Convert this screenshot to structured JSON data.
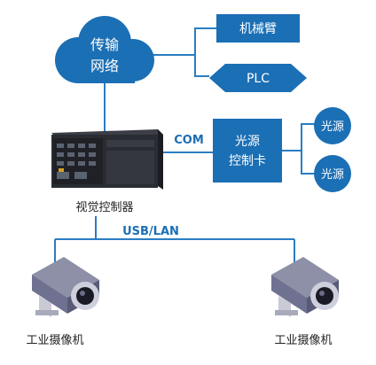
{
  "cloud": {
    "line1": "传输",
    "line2": "网络"
  },
  "robot_arm": {
    "label": "机械臂"
  },
  "plc": {
    "label": "PLC"
  },
  "controller": {
    "label": "视觉控制器"
  },
  "com_link": {
    "label": "COM"
  },
  "light_controller": {
    "line1": "光源",
    "line2": "控制卡"
  },
  "light_sources": [
    {
      "label": "光源"
    },
    {
      "label": "光源"
    }
  ],
  "bus": {
    "label": "USB/LAN"
  },
  "cameras": [
    {
      "label": "工业摄像机"
    },
    {
      "label": "工业摄像机"
    }
  ],
  "colors": {
    "node_blue": "#1b6fb5",
    "link_blue": "#2a7dc4",
    "chassis": "#2a2c33"
  },
  "icons": {
    "cloud": "cloud-icon",
    "controller": "industrial-pc-icon",
    "camera": "industrial-camera-icon"
  }
}
